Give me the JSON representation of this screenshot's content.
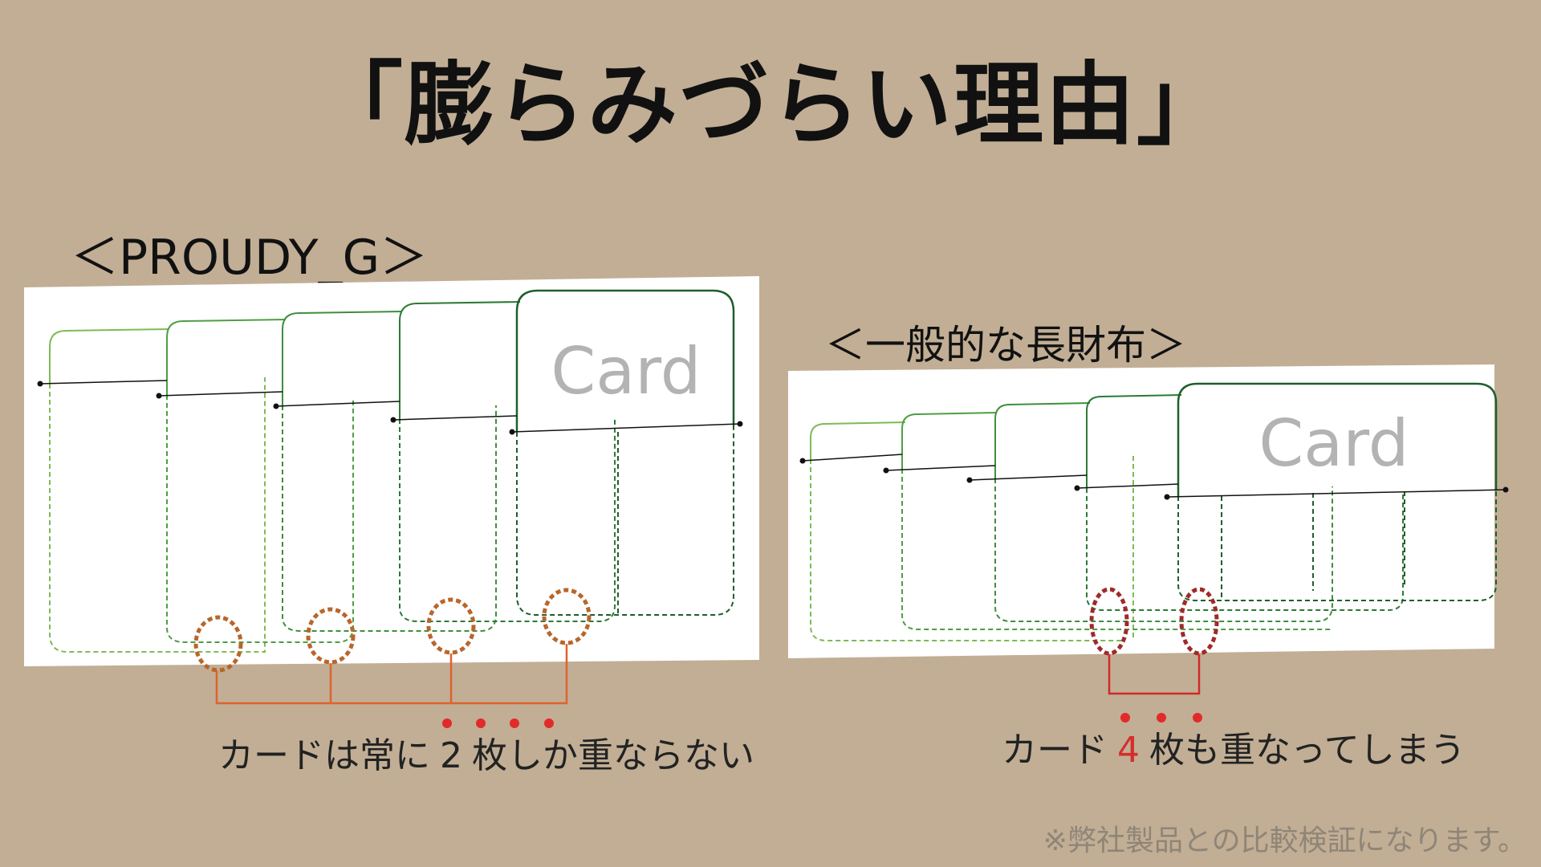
{
  "title": "「膨らみづらい理由」",
  "left_panel": {
    "label": "＜PROUDY_G＞",
    "card_text": "Card",
    "caption": {
      "before": "カードは常に",
      "number": "2",
      "after": "枚しか重ならない"
    }
  },
  "right_panel": {
    "label": "＜一般的な長財布＞",
    "card_text": "Card",
    "caption": {
      "before": "カード",
      "number": "4",
      "after": "枚も重なってしまう"
    }
  },
  "footnote": "※弊社製品との比較検証になります。",
  "colors": {
    "background": "#c1ae95",
    "panel": "#ffffff",
    "green_light": "#7fba55",
    "green_mid": "#4e9e44",
    "green_dark": "#2d7a36",
    "green_darkest": "#1f5e2c",
    "overlap_orange": "#b8662a",
    "overlap_red": "#9e2a2a",
    "bracket_orange": "#e0622f",
    "bracket_red": "#d12a2a",
    "emphasis_dot": "#e32a2a"
  }
}
